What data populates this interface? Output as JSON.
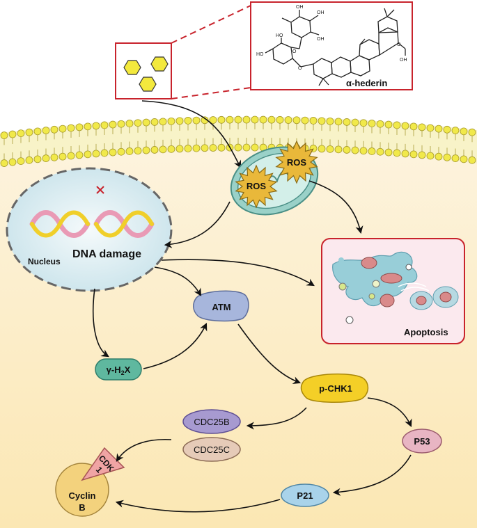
{
  "compound": {
    "name": "α-hederin"
  },
  "cell": {
    "nucleus_label": "Nucleus",
    "dna_damage_label": "DNA damage",
    "ros_labels": [
      "ROS",
      "ROS"
    ],
    "apoptosis_label": "Apoptosis"
  },
  "nodes": {
    "atm": "ATM",
    "h2ax_prefix": "γ-H",
    "h2ax_sub": "2",
    "h2ax_suffix": "X",
    "pchk1": "p-CHK1",
    "cdc25b": "CDC25B",
    "cdc25c": "CDC25C",
    "p53": "P53",
    "p21": "P21",
    "cdk_line1": "CDK",
    "cdk_line2": "1",
    "cyclin_line1": "Cyclin",
    "cyclin_line2": "B"
  },
  "colors": {
    "frame_red": "#c8232c",
    "membrane_head": "#f1e94a",
    "mito_green": "#7fc7bd",
    "ros_gold": "#e9b83a",
    "nucleus_blue": "#cfe6ec",
    "atm_blue": "#a7b6dc",
    "h2ax_green": "#5fb89f",
    "pchk1_yellow": "#f4cf27",
    "cdc25b_purple": "#a79ad0",
    "cdc25c_tan": "#e6cbb8",
    "p53_pink": "#e8b5c3",
    "p21_blue": "#a9d3ea",
    "cyclin_yellow": "#f3d27d",
    "cdk_pink": "#f0a4a4"
  }
}
